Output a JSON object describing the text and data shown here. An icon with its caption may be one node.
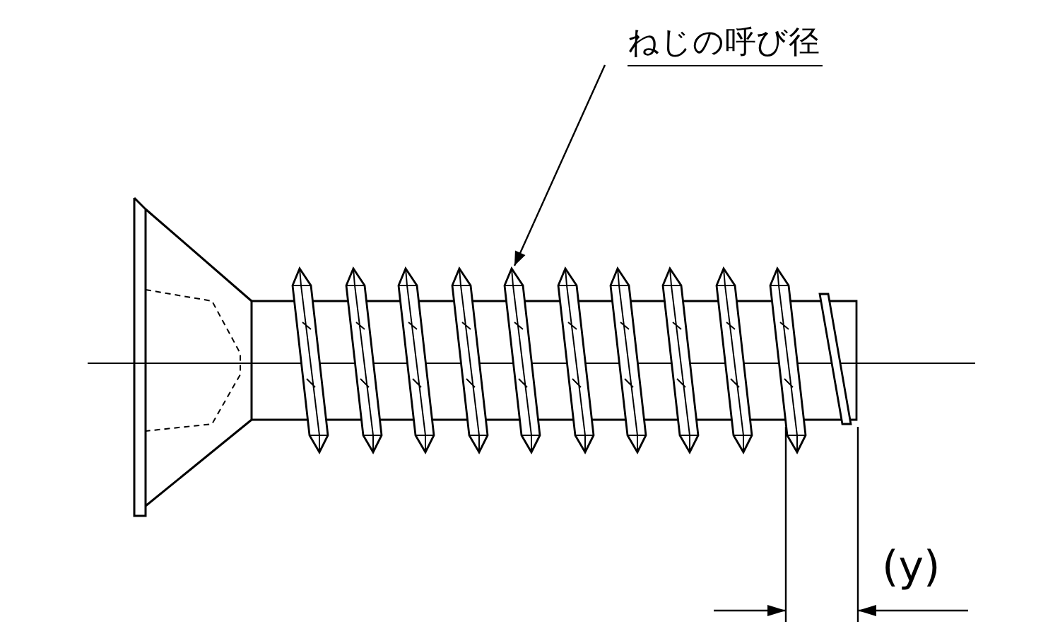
{
  "diagram": {
    "nodes": [
      {
        "text": [
          "ねじの呼び径"
        ]
      },
      {
        "text": [],
        "shape": "picture"
      }
    ],
    "edges": [
      {
        "from": 0,
        "to": 1,
        "arrow": "to"
      }
    ],
    "labels": [
      "(y)"
    ]
  }
}
